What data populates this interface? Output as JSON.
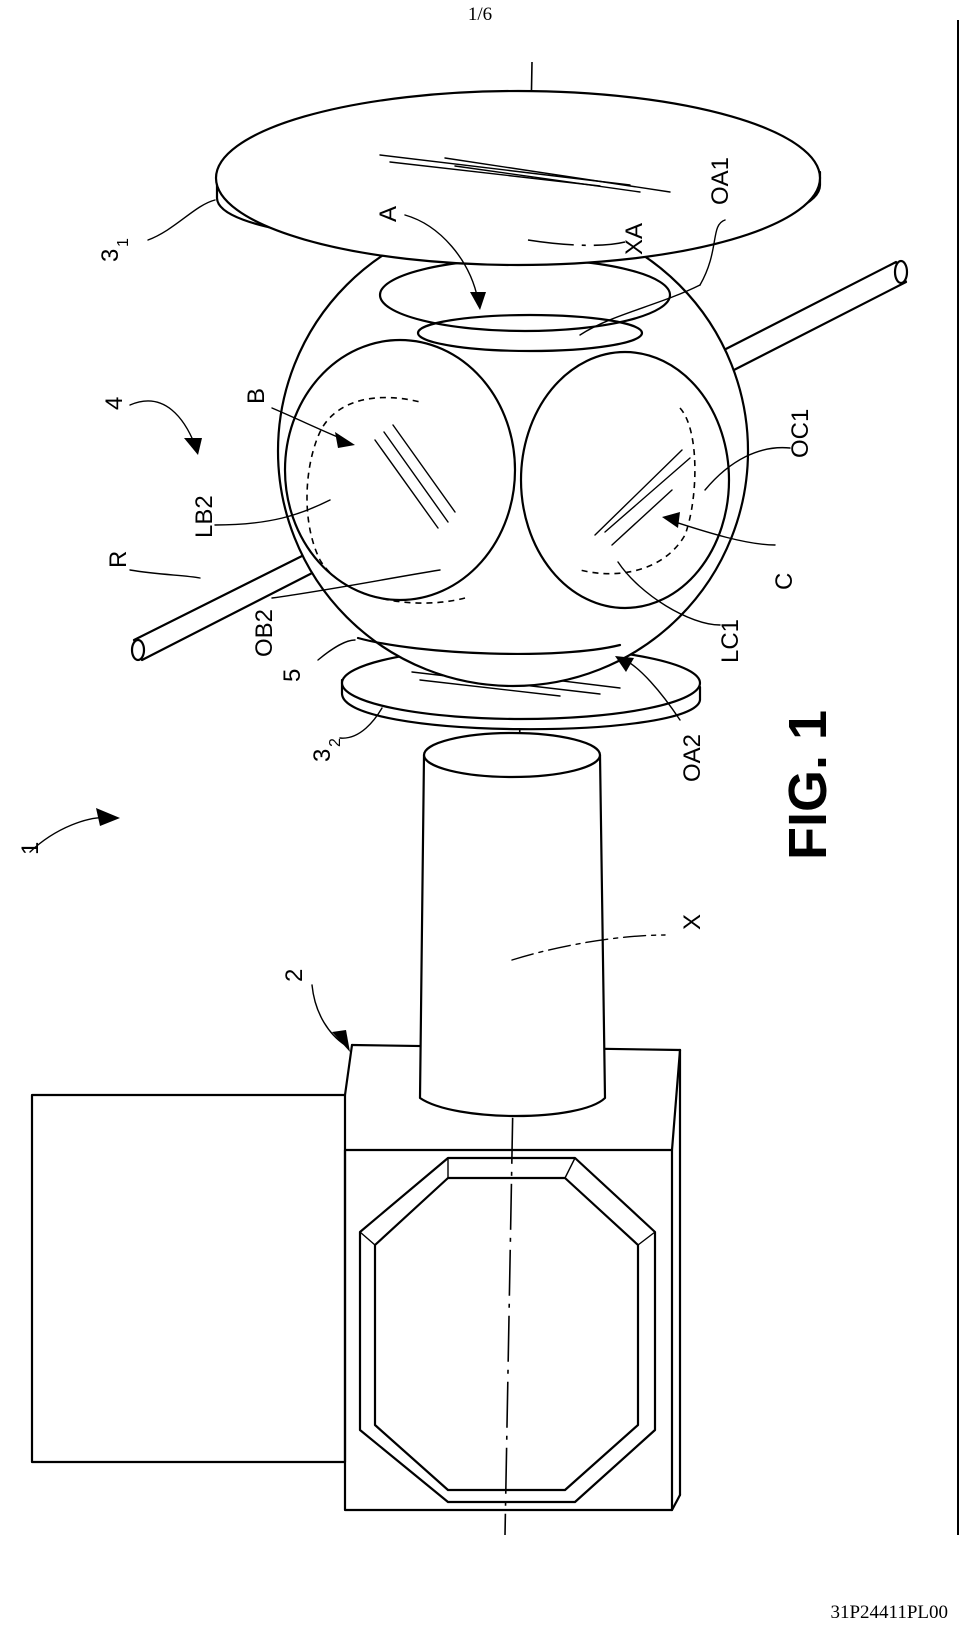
{
  "sheet": {
    "page_number": "1/6",
    "document_code": "31P24411PL00"
  },
  "figure": {
    "caption": "FIG. 1"
  },
  "labels": {
    "device": "1",
    "housing": "2",
    "wheel_1": "3",
    "wheel_1_sub": "1",
    "wheel_2": "3",
    "wheel_2_sub": "2",
    "lens_carrier": "4",
    "ring": "5",
    "position_A": "A",
    "position_B": "B",
    "position_C": "C",
    "axis_X": "X",
    "axis_XA": "XA",
    "oa1": "OA1",
    "oa2": "OA2",
    "oc1": "OC1",
    "lc1": "LC1",
    "lb2": "LB2",
    "ob2": "OB2",
    "rod_R": "R"
  }
}
